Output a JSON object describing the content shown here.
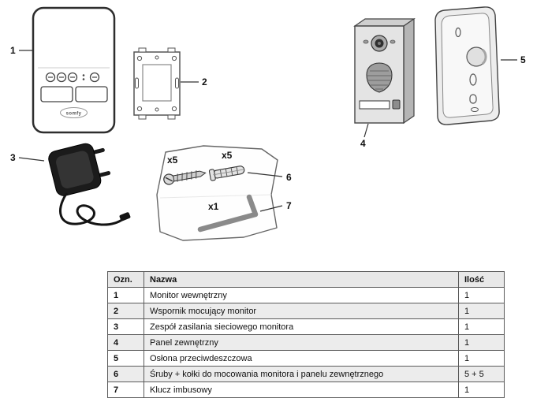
{
  "diagram": {
    "callouts": [
      "1",
      "2",
      "3",
      "4",
      "5",
      "6",
      "7"
    ],
    "brand": "somfy",
    "screws_label": "x5",
    "plugs_label": "x5",
    "allen_label": "x1"
  },
  "table": {
    "headers": [
      "Ozn.",
      "Nazwa",
      "Ilość"
    ],
    "rows": [
      {
        "ozn": "1",
        "nazwa": "Monitor wewnętrzny",
        "ilosc": "1"
      },
      {
        "ozn": "2",
        "nazwa": "Wspornik mocujący monitor",
        "ilosc": "1"
      },
      {
        "ozn": "3",
        "nazwa": "Zespół zasilania sieciowego monitora",
        "ilosc": "1"
      },
      {
        "ozn": "4",
        "nazwa": "Panel zewnętrzny",
        "ilosc": "1"
      },
      {
        "ozn": "5",
        "nazwa": "Osłona przeciwdeszczowa",
        "ilosc": "1"
      },
      {
        "ozn": "6",
        "nazwa": "Śruby + kołki do mocowania monitora i panelu zewnętrznego",
        "ilosc": "5 + 5"
      },
      {
        "ozn": "7",
        "nazwa": "Klucz imbusowy",
        "ilosc": "1"
      }
    ]
  }
}
